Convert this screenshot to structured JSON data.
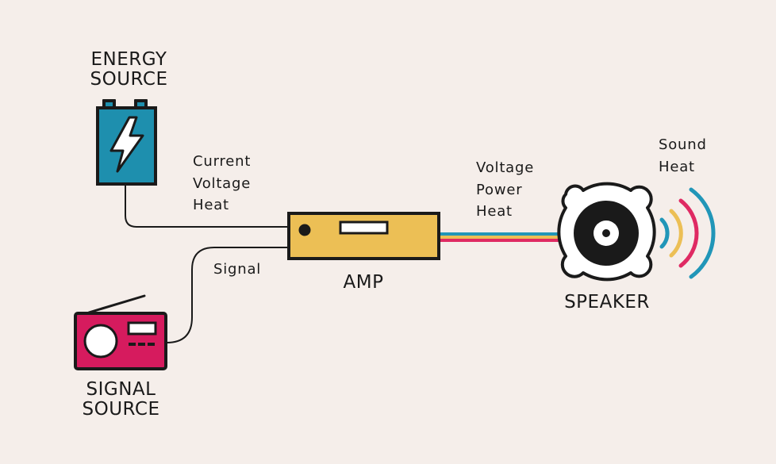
{
  "colors": {
    "background": "#f5eeea",
    "outline": "#1a1a1a",
    "battery": "#1e8fae",
    "amp": "#ecbf55",
    "radio": "#d61b5e",
    "speaker": "#ffffff",
    "wire_blue": "#2196b8",
    "wire_yellow": "#ecbf55",
    "wire_pink": "#df2a63"
  },
  "energy_source": {
    "title_line1": "ENERGY",
    "title_line2": "SOURCE",
    "icon": "battery-icon"
  },
  "signal_source": {
    "title_line1": "SIGNAL",
    "title_line2": "SOURCE",
    "icon": "radio-icon"
  },
  "amp": {
    "title": "AMP",
    "icon": "amplifier-icon"
  },
  "speaker": {
    "title": "SPEAKER",
    "icon": "speaker-icon"
  },
  "labels": {
    "power_wire": [
      "Current",
      "Voltage",
      "Heat"
    ],
    "signal_wire": [
      "Signal"
    ],
    "output_wire": [
      "Voltage",
      "Power",
      "Heat"
    ],
    "speaker_output": [
      "Sound",
      "Heat"
    ]
  }
}
